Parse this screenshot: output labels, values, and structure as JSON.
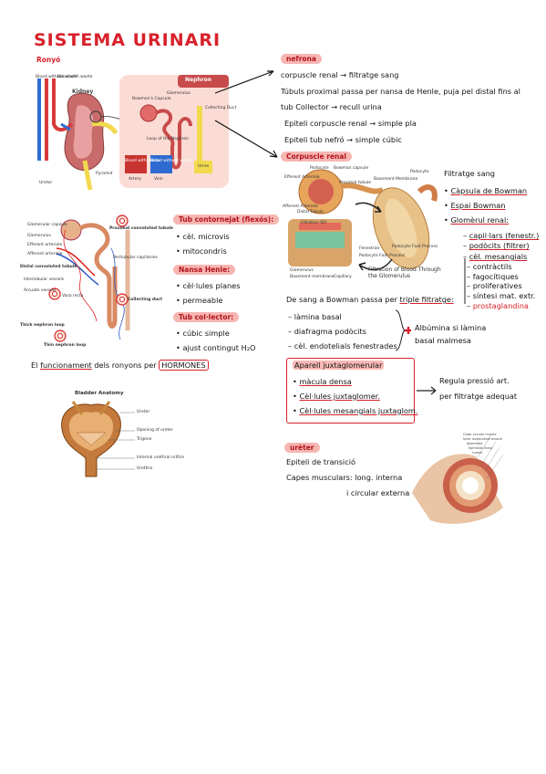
{
  "header": {
    "title": "SISTEMA URINARI",
    "subtitle": "Ronyó"
  },
  "kidney_fig": {
    "blood_low": "Blood without waste",
    "blood_with": "Blood with waste",
    "kidney": "Kidney",
    "ureter": "Ureter",
    "pyramid": "Pyramid",
    "nephron_title": "Nephron",
    "glomerulus": "Glomerulus",
    "bowman": "Bowman's Capsule",
    "loop": "Loop of the Nephron",
    "collecting": "Collecting Duct",
    "blood_waste_box": "Blood with waste",
    "blood_nowaste_box": "Blood without waste",
    "urine_box": "Urine",
    "artery": "Artery",
    "vein": "Vein"
  },
  "nefrona": {
    "heading": "nefrona",
    "lines": [
      "corpuscle renal → filtratge sang",
      "tub Collector → recull urina",
      "Epiteli corpuscle renal → simple pla",
      "Epiteli tub nefró → simple cúbic"
    ],
    "tub_line": "Túbuls proximal passa per nansa de Henle, puja pel distal fins al"
  },
  "corpuscle": {
    "heading": "Corpuscle renal",
    "fig_labels": [
      "Podocyte",
      "Bowman capsule",
      "Efferent Arteriole",
      "Proximal tubule",
      "Basement Membrane",
      "Podocyte",
      "Afferent Arteriole",
      "Distal Tubule",
      "Filtration Slit",
      "Fenestrae",
      "Podocyte Foot Process",
      "Podocyte Foot Process",
      "Glomerulus",
      "Basement membrane",
      "Capillary"
    ],
    "caption": "Filtration of Blood Through the Glomerulus",
    "filtratge_title": "Filtratge sang",
    "filtratge_items": [
      "Càpsula de Bowman",
      "Espai Bowman",
      "Glomèrul renal:"
    ],
    "glomerul_sub": [
      "capil·lars (fenestr.)",
      "podòcits (filtrer)",
      "cèl. mesangials"
    ],
    "mesangial_sub": [
      "contràctils",
      "fagocítiques",
      "proliferatives",
      "síntesi mat. extr.",
      "prostaglandina"
    ]
  },
  "filtrage": {
    "line": "De sang a Bowman passa per",
    "highlight": "triple filtratge:",
    "items": [
      "làmina basal",
      "diafragma podòcits",
      "cèl. endotelials fenestrades"
    ],
    "note1": "Albúmina si làmina",
    "note2": "basal malmesa"
  },
  "jg": {
    "title": "Aparell juxtaglomerular",
    "items": [
      "màcula densa",
      "Cèl·lules juxtaglomer.",
      "Cèl·lules mesangials juxtaglom."
    ],
    "right1": "Regula pressió art.",
    "right2": "per filtratge adequat"
  },
  "tubule_fig": {
    "labels": [
      "Glomerular capsule",
      "Proximal convoluted tubule",
      "Glomerulus",
      "Efferent arteriole",
      "Afferent arteriole",
      "Peritubular capillaries",
      "Distal convoluted tubule",
      "Interlobular vessels",
      "Arcuate vessels",
      "Vasa recta",
      "Collecting duct",
      "Thick nephron loop",
      "Thin nephron loop"
    ]
  },
  "tubs": {
    "tub1": "Tub contornejat (flexós):",
    "tub1_items": [
      "cèl. microvis",
      "mitocondris"
    ],
    "nansa": "Nansa Henle:",
    "nansa_items": [
      "cèl·lules planes",
      "permeable"
    ],
    "col": "Tub col·lector:",
    "col_items": [
      "cúbic simple",
      "ajust contingut H₂O"
    ]
  },
  "funcionament": {
    "pre": "El",
    "mid": "funcionament",
    "post": "dels ronyons per",
    "box": "HORMONES"
  },
  "bladder": {
    "title": "Bladder Anatomy",
    "labels": [
      "Ureter",
      "Opening of ureter",
      "Trigone",
      "Internal urethral orifice",
      "Urethra"
    ]
  },
  "ureter": {
    "heading": "urèter",
    "line1": "Epiteli de transició",
    "line2": "Capes musculars: long. interna",
    "line3": "i circular externa",
    "fig_labels": [
      "Outer circular muscle",
      "Inner longitudinal muscle",
      "Adventitia",
      "Epithelial lining",
      "Lumen"
    ]
  },
  "colors": {
    "accent": "#d8202a",
    "highlight": "#f8b9b4",
    "nephron_panel": "#fbdcd4"
  }
}
